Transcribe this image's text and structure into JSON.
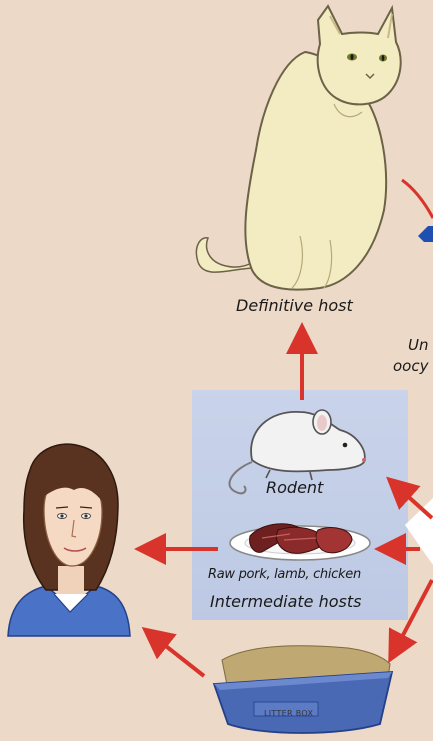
{
  "labels": {
    "definitive_host": "Definitive host",
    "rodent": "Rodent",
    "meat": "Raw pork, lamb, chicken",
    "intermediate_hosts": "Intermediate hosts",
    "oocyst_line1": "Un",
    "oocyst_line2": "oocy",
    "litter_box": "LITTER BOX"
  },
  "colors": {
    "background": "#ecd9c7",
    "panel": "#c5d0e8",
    "arrow": "#d9342b",
    "cat": "#f3ecc2",
    "litter_box": "#4a69b5",
    "woman_shirt": "#4a72c6",
    "blue_accent": "#1f4fb0"
  },
  "icons": [
    "cat-icon",
    "rodent-icon",
    "meat-plate-icon",
    "woman-icon",
    "litter-box-icon"
  ]
}
